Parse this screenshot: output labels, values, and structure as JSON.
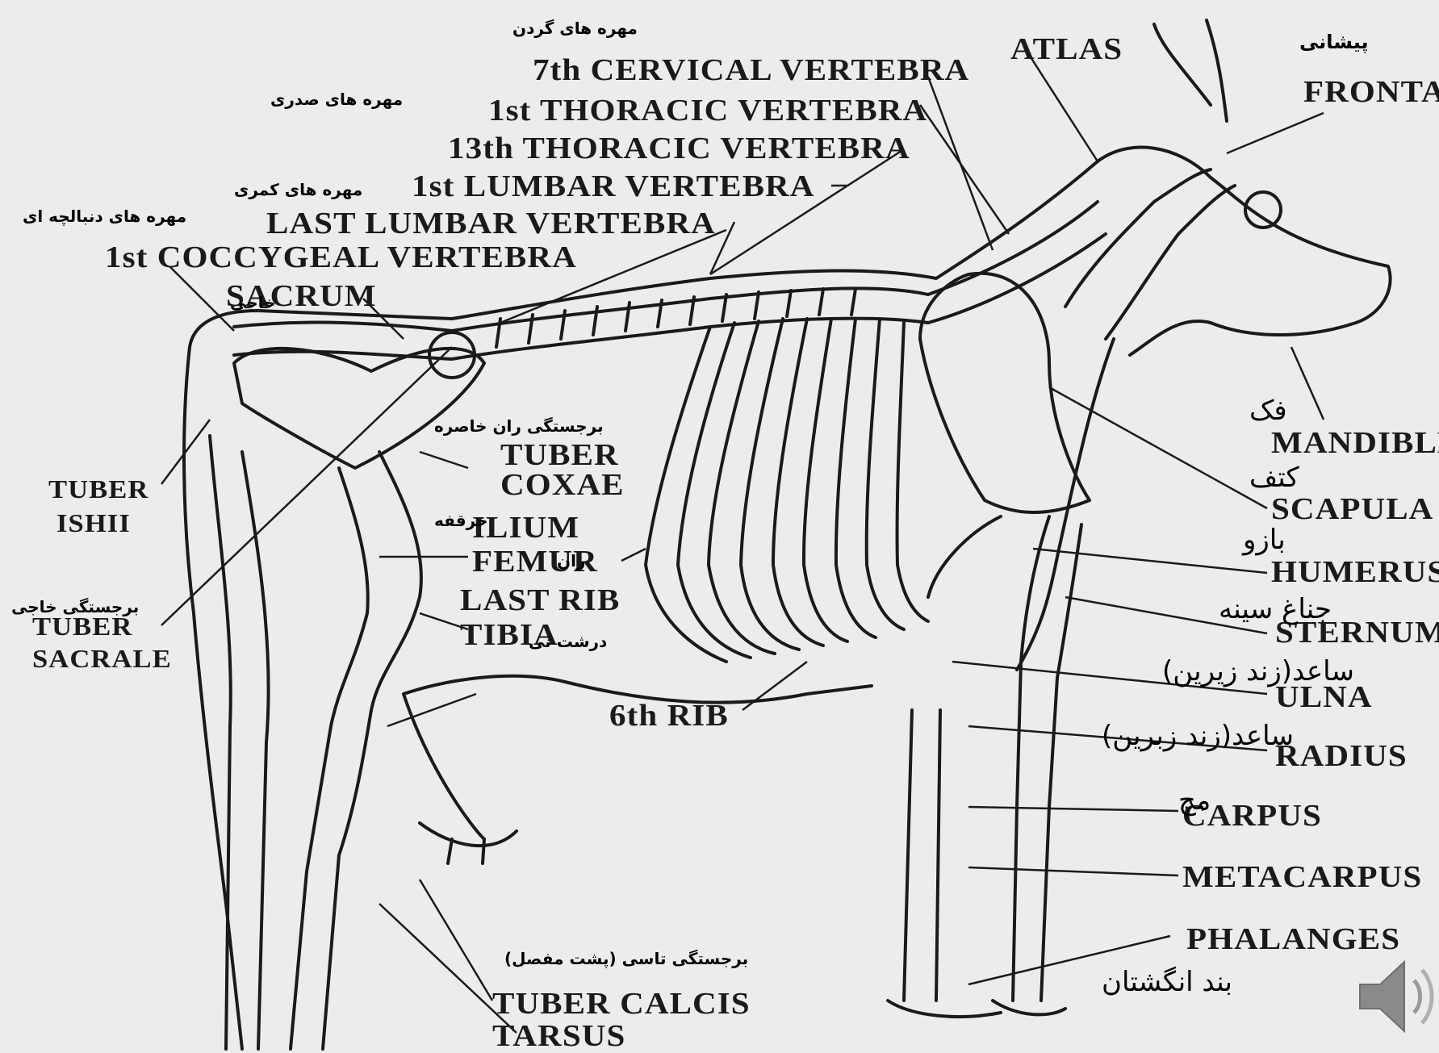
{
  "labels_en": {
    "cervical_7": "7th CERVICAL VERTEBRA",
    "thoracic_1": "1st THORACIC VERTEBRA",
    "thoracic_13": "13th THORACIC VERTEBRA",
    "lumbar_1": "1st LUMBAR VERTEBRA",
    "lumbar_last": "LAST LUMBAR VERTEBRA",
    "coccygeal_1": "1st COCCYGEAL VERTEBRA",
    "sacrum": "SACRUM",
    "atlas": "ATLAS",
    "frontal": "FRONTA",
    "mandible": "MANDIBLE",
    "scapula": "SCAPULA",
    "humerus": "HUMERUS",
    "sternum": "STERNUM",
    "ulna": "ULNA",
    "radius": "RADIUS",
    "carpus": "CARPUS",
    "metacarpus": "METACARPUS",
    "phalanges": "PHALANGES",
    "tuber_coxae_1": "TUBER",
    "tuber_coxae_2": "COXAE",
    "ilium": "ILIUM",
    "femur": "FEMUR",
    "last_rib": "LAST RIB",
    "tibia": "TIBIA",
    "rib_6": "6th RIB",
    "tuber_ishii_1": "TUBER",
    "tuber_ishii_2": "ISHII",
    "tuber_sacrale_1": "TUBER",
    "tuber_sacrale_2": "SACRALE",
    "tuber_calcis": "TUBER CALCIS",
    "tarsus": "TARSUS"
  },
  "labels_fa": {
    "cervical": "مهره های گردن",
    "thoracic": "مهره های صدری",
    "lumbar": "مهره های کمری",
    "coccygeal": "مهره های دنبالچه ای",
    "sacrum": "خاجی",
    "tuber_coxae": "برجستگی ران خاصره",
    "ilium": "خرقفه",
    "femur": "ران",
    "tibia": "درشت نی",
    "tuber_sacrale": "برجستگی خاجی",
    "frontal": "پیشانی",
    "mandible": "فک",
    "scapula": "کتف",
    "humerus": "بازو",
    "sternum": "جناغ سینه",
    "ulna": "ساعد(زند زیرین)",
    "radius": "ساعد(زند زبرین)",
    "carpus": "مچ",
    "phalanges": "بند انگشتان",
    "tuber_calcis": "برجستگی تاسی (پشت مفصل)"
  },
  "colors": {
    "background": "#ececec",
    "ink": "#1a1a1a"
  },
  "icons": {
    "speaker": "speaker-icon"
  }
}
